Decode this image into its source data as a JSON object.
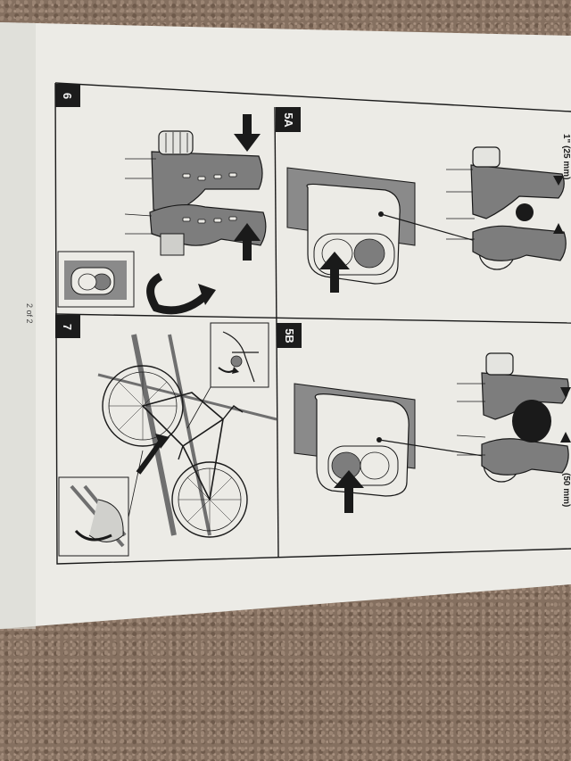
{
  "page": {
    "label": "2 of 2"
  },
  "panels": {
    "p6": {
      "number": "6"
    },
    "p7": {
      "number": "7"
    },
    "p5a": {
      "number": "5A",
      "measure": "1\" (25 mm)"
    },
    "p5b": {
      "number": "5B",
      "measure": "(50 mm)"
    }
  },
  "colors": {
    "paper": "#ecebe6",
    "grip": "#7d7d7d",
    "line": "#1a1a1a",
    "carpet": "#857060"
  }
}
